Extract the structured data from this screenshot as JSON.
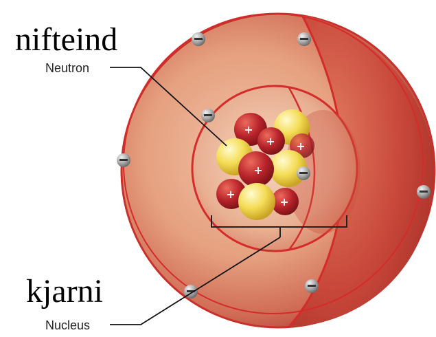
{
  "labels": {
    "neutron_translation": "nifteind",
    "neutron": "Neutron",
    "nucleus_translation": "kjarni",
    "nucleus": "Nucleus"
  },
  "symbols": {
    "electron": "−",
    "proton": "+"
  },
  "colors": {
    "shell_outer": "#c23a2e",
    "shell_light": "#e9a78c",
    "proton": "#b8232a",
    "neutron": "#f2d84a",
    "electron": "#9a9a9a",
    "ring_line": "#d42b2b"
  }
}
